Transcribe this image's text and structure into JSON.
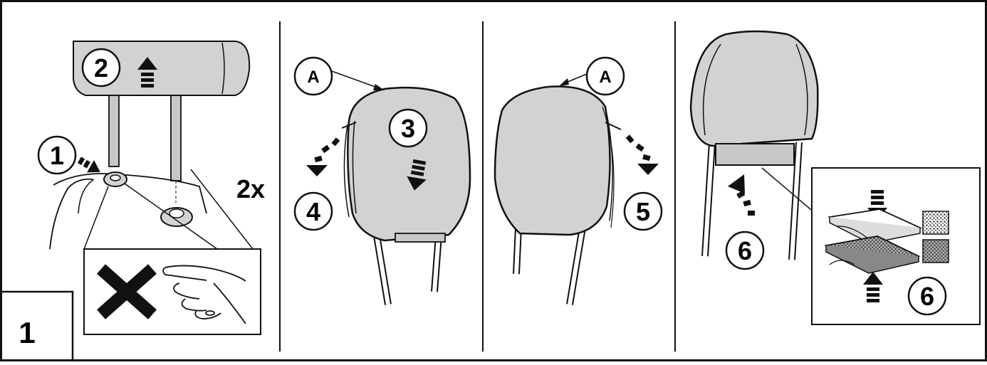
{
  "figure": {
    "step_number": "1",
    "panels": [
      {
        "id": "panel-1",
        "callouts": [
          "1",
          "2"
        ],
        "quantity_label": "2x",
        "warning": "do-not-touch",
        "icons": [
          "up-arrow-icon",
          "press-arrow-icon",
          "cross-icon",
          "finger-icon"
        ]
      },
      {
        "id": "panel-2",
        "callouts": [
          "A",
          "3",
          "4"
        ],
        "icons": [
          "down-arrow-icon",
          "curved-arrow-icon"
        ]
      },
      {
        "id": "panel-3",
        "callouts": [
          "A",
          "5"
        ],
        "icons": [
          "curved-arrow-icon"
        ]
      },
      {
        "id": "panel-4",
        "callouts": [
          "6",
          "6"
        ],
        "icons": [
          "up-arrow-icon",
          "down-arrow-icon",
          "velcro-icon"
        ]
      }
    ]
  },
  "colors": {
    "headrest_fill": "#d2d2d2",
    "line": "#111111",
    "background": "#ffffff"
  }
}
